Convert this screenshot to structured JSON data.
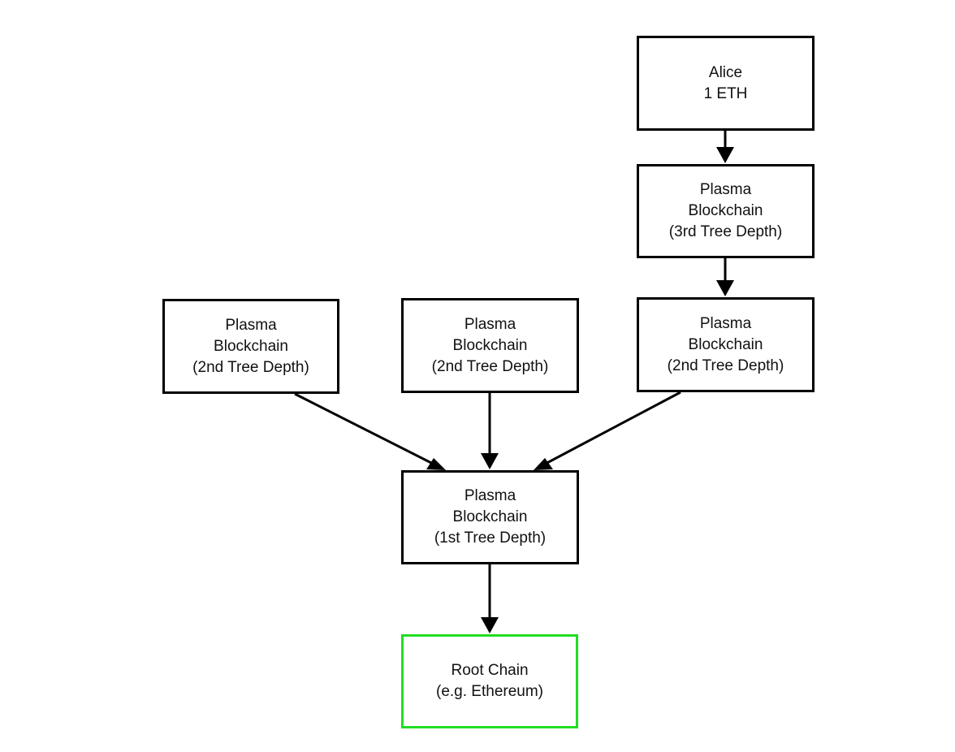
{
  "colors": {
    "border": "#000000",
    "root_border": "#22dd22",
    "arrow": "#000000",
    "background": "#ffffff"
  },
  "nodes": {
    "alice": {
      "lines": [
        "Alice",
        "1 ETH"
      ]
    },
    "depth3": {
      "lines": [
        "Plasma",
        "Blockchain",
        "(3rd Tree Depth)"
      ]
    },
    "depth2_left": {
      "lines": [
        "Plasma",
        "Blockchain",
        "(2nd Tree Depth)"
      ]
    },
    "depth2_middle": {
      "lines": [
        "Plasma",
        "Blockchain",
        "(2nd Tree Depth)"
      ]
    },
    "depth2_right": {
      "lines": [
        "Plasma",
        "Blockchain",
        "(2nd Tree Depth)"
      ]
    },
    "depth1": {
      "lines": [
        "Plasma",
        "Blockchain",
        "(1st Tree Depth)"
      ]
    },
    "root": {
      "lines": [
        "Root Chain",
        "(e.g. Ethereum)"
      ]
    }
  },
  "edges": [
    {
      "from": "alice",
      "to": "depth3"
    },
    {
      "from": "depth3",
      "to": "depth2_right"
    },
    {
      "from": "depth2_left",
      "to": "depth1"
    },
    {
      "from": "depth2_middle",
      "to": "depth1"
    },
    {
      "from": "depth2_right",
      "to": "depth1"
    },
    {
      "from": "depth1",
      "to": "root"
    }
  ]
}
